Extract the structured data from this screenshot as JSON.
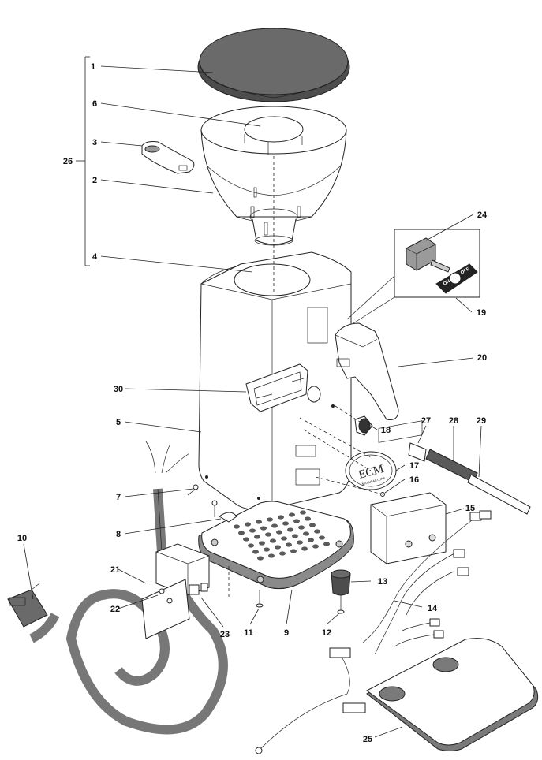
{
  "diagram": {
    "callouts": [
      {
        "id": "c1",
        "label": "1"
      },
      {
        "id": "c2",
        "label": "2"
      },
      {
        "id": "c3",
        "label": "3"
      },
      {
        "id": "c4",
        "label": "4"
      },
      {
        "id": "c5",
        "label": "5"
      },
      {
        "id": "c6",
        "label": "6"
      },
      {
        "id": "c7",
        "label": "7"
      },
      {
        "id": "c8",
        "label": "8"
      },
      {
        "id": "c9",
        "label": "9"
      },
      {
        "id": "c10",
        "label": "10"
      },
      {
        "id": "c11",
        "label": "11"
      },
      {
        "id": "c12",
        "label": "12"
      },
      {
        "id": "c13",
        "label": "13"
      },
      {
        "id": "c14",
        "label": "14"
      },
      {
        "id": "c15",
        "label": "15"
      },
      {
        "id": "c16",
        "label": "16"
      },
      {
        "id": "c17",
        "label": "17"
      },
      {
        "id": "c18",
        "label": "18"
      },
      {
        "id": "c19",
        "label": "19"
      },
      {
        "id": "c20",
        "label": "20"
      },
      {
        "id": "c21",
        "label": "21"
      },
      {
        "id": "c22",
        "label": "22"
      },
      {
        "id": "c23",
        "label": "23"
      },
      {
        "id": "c24",
        "label": "24"
      },
      {
        "id": "c25",
        "label": "25"
      },
      {
        "id": "c26",
        "label": "26"
      },
      {
        "id": "c27",
        "label": "27"
      },
      {
        "id": "c28",
        "label": "28"
      },
      {
        "id": "c29",
        "label": "29"
      },
      {
        "id": "c30",
        "label": "30"
      }
    ],
    "badge": {
      "brand": "ECM",
      "sub": "MANUFACTURE"
    },
    "switch_plate": {
      "on": "ON",
      "off": "OFF"
    },
    "colors": {
      "line": "#222222",
      "part_dark": "#5a5a5a",
      "part_mid": "#8a8a8a",
      "part_light": "#bdbdbd",
      "fill_white": "#ffffff"
    }
  }
}
